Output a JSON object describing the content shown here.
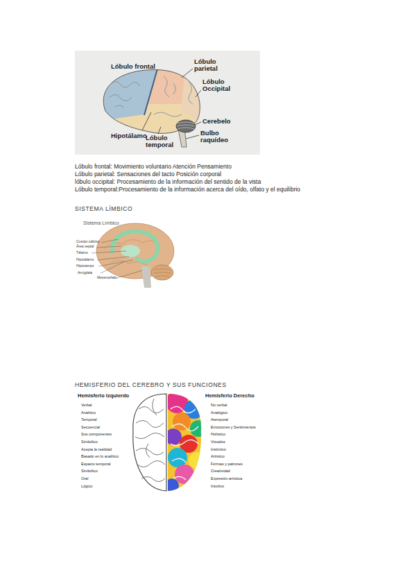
{
  "diagram": {
    "labels": [
      "Lóbulo frontal",
      "Lóbulo parietal",
      "Lóbulo Occipital",
      "Cerebelo",
      "Hipotálamo",
      "Lóbulo temporal",
      "Bulbo raquídeo",
      "Lóbulo frontal: Movimiento voluntario Atención Pensamiento",
      "Lóbulo parietal: Sensaciones del tacto Posición corporal",
      "lóbulo occipital: Procesamiento de la información del sentido de la vista",
      "Lóbulo temporal:Procesamiento de la información acerca del oído, olfato y el equilibrio",
      "SISTEMA LÍMBICO",
      "Sistema Límbico",
      "Cuerpo calloso",
      "Área septal",
      "Tálamo",
      "Hipotálamo",
      "Hipocampo",
      "Amígdala",
      "Mesencéfalo",
      "HEMISFERIO DEL CEREBRO Y SUS FUNCIONES",
      "Hemisferio Izquierdo",
      "Verbal",
      "Analítico",
      "Temporal",
      "Secuencial",
      "Sus componentes",
      "Simbólico",
      "Acepta la realidad",
      "Basado en lo analítico",
      "Espacio temporal",
      "Simbólico",
      "Oral",
      "Lógico",
      "Hemisferio Derecho",
      "No verbal",
      "Analógico",
      "Atemporal",
      "Emociones y Sentimientos",
      "Holístico",
      "Visuales",
      "Instintivo",
      "Artístico",
      "Formas y patrones",
      "Creatividad",
      "Expresión artística",
      "Intuitivo"
    ]
  }
}
